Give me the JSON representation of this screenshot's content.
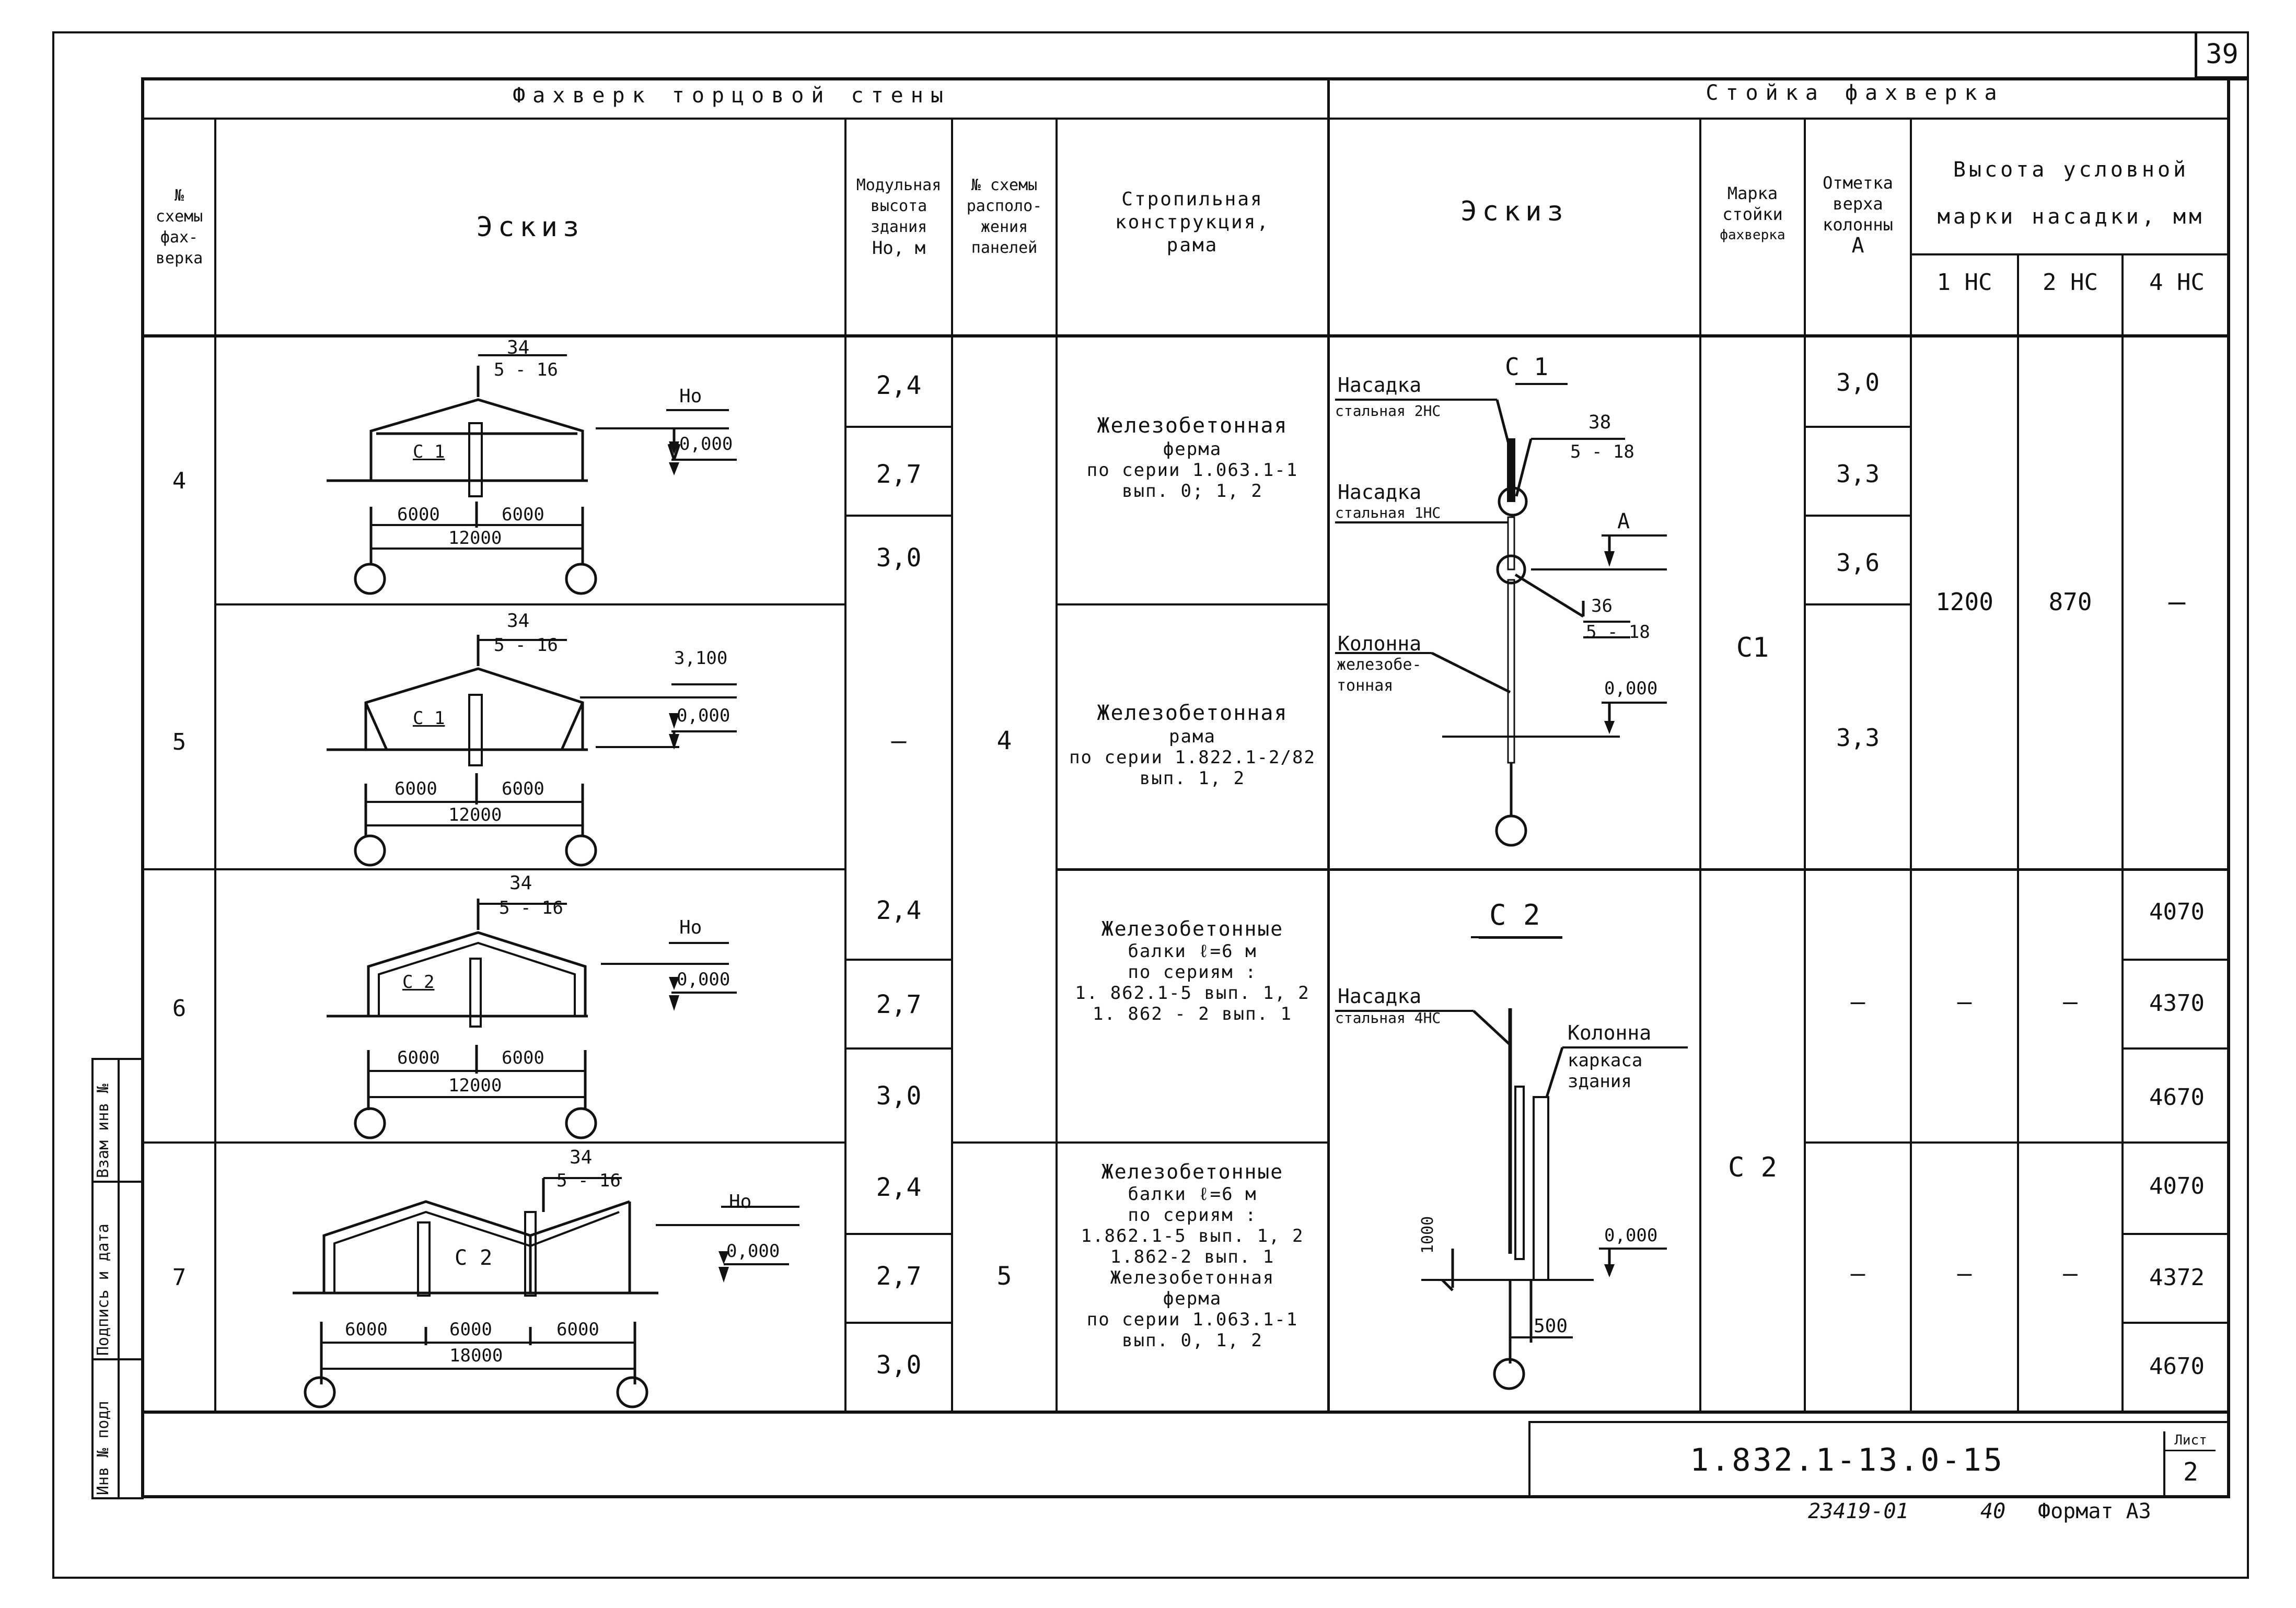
{
  "sheet_number": "39",
  "header": {
    "left_group": "Фахверк торцовой стены",
    "right_group": "Стойка фахверка"
  },
  "columns": {
    "scheme_no": [
      "№",
      "схемы",
      "фах-",
      "верка"
    ],
    "sketch": "Эскиз",
    "modular_height": [
      "Модульная",
      "высота",
      "здания",
      "Но, м"
    ],
    "panel_scheme": [
      "№ схемы",
      "располо-",
      "жения",
      "панелей"
    ],
    "structure": [
      "Стропильная",
      "конструкция,",
      "рама"
    ],
    "post_sketch": "Эскиз",
    "post_mark": [
      "Марка",
      "стойки",
      "фахверка"
    ],
    "column_mark": [
      "Отметка",
      "верха",
      "колонны",
      "А"
    ],
    "nozzle_height": [
      "Высота условной",
      "марки насадки, мм"
    ],
    "nozzle_cols": [
      "1 НС",
      "2 НС",
      "4 НС"
    ]
  },
  "rows": [
    {
      "scheme": "4",
      "heights": [
        "2,4",
        "2,7",
        "3,0"
      ],
      "structure": [
        "Железобетонная",
        "ферма",
        "по серии 1.063.1-1",
        "вып. 0; 1, 2"
      ],
      "sketch": {
        "mark": "34",
        "node": "5 - 16",
        "post": "С 1",
        "level_top": "Но",
        "level_zero": "0,000",
        "spans": [
          "6000",
          "6000"
        ],
        "total": "12000"
      }
    },
    {
      "scheme": "5",
      "heights": [
        "—"
      ],
      "structure": [
        "Железобетонная",
        "рама",
        "по серии 1.822.1-2/82",
        "вып. 1, 2"
      ],
      "sketch": {
        "mark": "34",
        "node": "5 - 16",
        "post": "С 1",
        "level_top": "3,100",
        "level_zero": "0,000",
        "spans": [
          "6000",
          "6000"
        ],
        "total": "12000"
      }
    },
    {
      "scheme": "6",
      "heights": [
        "2,4",
        "2,7",
        "3,0"
      ],
      "structure": [
        "Железобетонные",
        "балки ℓ=6 м",
        "по сериям :",
        "1. 862.1-5 вып. 1, 2",
        "1. 862 - 2 вып. 1"
      ],
      "sketch": {
        "mark": "34",
        "node": "5 - 16",
        "post": "С 2",
        "level_top": "Но",
        "level_zero": "0,000",
        "spans": [
          "6000",
          "6000"
        ],
        "total": "12000"
      }
    },
    {
      "scheme": "7",
      "heights": [
        "2,4",
        "2,7",
        "3,0"
      ],
      "structure": [
        "Железобетонные",
        "балки ℓ=6 м",
        "по сериям :",
        "1.862.1-5 вып. 1, 2",
        "1.862-2 вып. 1",
        "Железобетонная",
        "ферма",
        "по серии 1.063.1-1",
        "вып. 0, 1, 2"
      ],
      "sketch": {
        "mark": "34",
        "node": "5 - 16",
        "post": "С 2",
        "level_top": "Но",
        "level_zero": "0,000",
        "spans": [
          "6000",
          "6000",
          "6000"
        ],
        "total": "18000"
      }
    }
  ],
  "panel_groups": [
    "4",
    "5"
  ],
  "post_c1": {
    "title": "С 1",
    "labels": [
      "Насадка",
      "стальная 2НС",
      "Насадка",
      "стальная 1НС",
      "Колонна",
      "железобе-",
      "тонная"
    ],
    "node1": [
      "38",
      "5 - 18"
    ],
    "node2": [
      "36",
      "5 - 18"
    ],
    "level_a": "А",
    "level_zero": "0,000",
    "mark": "С1",
    "column_tops": [
      "3,0",
      "3,3",
      "3,6",
      "3,3"
    ],
    "nozzle_values": [
      "1200",
      "870",
      "—"
    ]
  },
  "post_c2": {
    "title": "С 2",
    "labels": [
      "Насадка",
      "стальная 4НС",
      "Колонна",
      "каркаса",
      "здания"
    ],
    "dim_1000": "1000",
    "dim_500": "500",
    "level_zero": "0,000",
    "mark": "С 2",
    "column_tops": [
      "—",
      "—"
    ],
    "nozzle_1": [
      "—",
      "—"
    ],
    "nozzle_2": [
      "—",
      "—"
    ],
    "nozzle_4": [
      "4070",
      "4370",
      "4670",
      "4070",
      "4372",
      "4670"
    ]
  },
  "side_stamp": [
    "Инв № подл",
    "Подпись и дата",
    "Взам инв №"
  ],
  "title_block": {
    "code": "1.832.1-13.0-15",
    "sheet_label": "Лист",
    "sheet": "2"
  },
  "footer": {
    "number": "23419-01",
    "copies": "40",
    "format": "Формат А3"
  }
}
